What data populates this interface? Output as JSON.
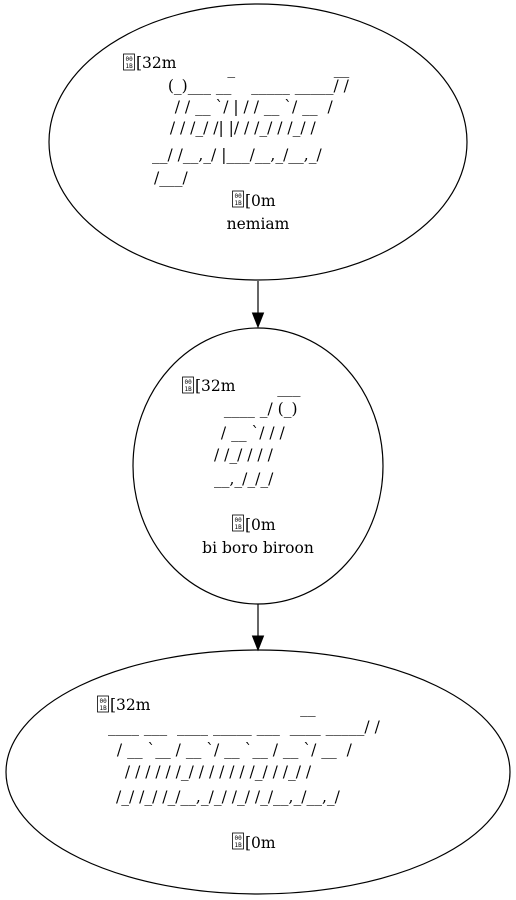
{
  "diagram": {
    "nodes": [
      {
        "id": "nemiam",
        "shape": "ellipse",
        "color_prefix": "[32m",
        "ascii_art": [
          "        _                    __",
          "  (_)___ __    _____ _____/ /",
          "   / / __ `/ | / / __ `/ __  / ",
          "  / / /_/ /| |/ / /_/ / /_/ /  ",
          "__/ /__,_/ |___/__,_/__,_/  ",
          "/___/"
        ],
        "color_suffix": "[0m",
        "label": "nemiam"
      },
      {
        "id": "bi-boro-biroon",
        "shape": "ellipse",
        "color_prefix": "[32m",
        "ascii_art": [
          "          ___",
          "  ____ _/ (_)",
          " / __ `/ / / ",
          "/ /_/ / / /  ",
          "__,_/_/_/   "
        ],
        "color_suffix": "[0m",
        "label": "bi boro biroon"
      },
      {
        "id": "manaqed",
        "shape": "ellipse",
        "color_prefix": "[32m",
        "ascii_art": [
          "                                       __",
          "____ ___  ____ _____ ___  ____ _____/ /",
          " / __ `__ / __ `/ __ `__ / __ `/ __  / ",
          " / / / / / /_/ / / / / / /_/ / /_/ /  ",
          "/_/ /_/ /_/__,_/_/ /_/ /_/__,_/__,_/   "
        ],
        "color_suffix": "[0m",
        "label": ""
      }
    ],
    "edges": [
      {
        "from": "nemiam",
        "to": "bi-boro-biroon"
      },
      {
        "from": "bi-boro-biroon",
        "to": "manaqed"
      }
    ],
    "colors": {
      "stroke": "#000000",
      "background": "#ffffff"
    }
  }
}
